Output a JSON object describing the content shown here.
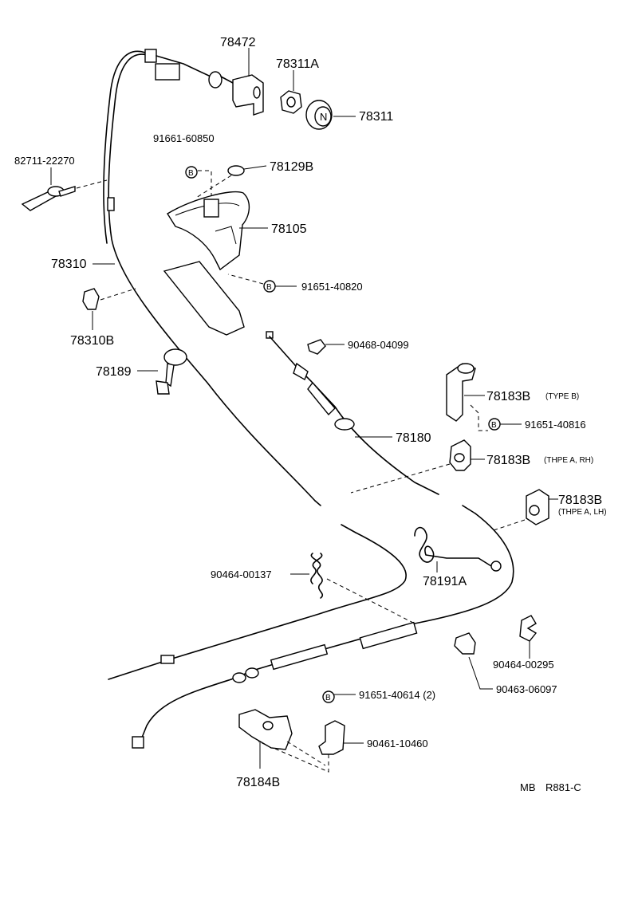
{
  "parts": {
    "p78472": "78472",
    "p78311A": "78311A",
    "p78311": "78311",
    "p91661": "91661-60850",
    "p78129B": "78129B",
    "p82711": "82711-22270",
    "p78105": "78105",
    "p78310": "78310",
    "p91651_40820": "91651-40820",
    "p78310B": "78310B",
    "p90468": "90468-04099",
    "p78189": "78189",
    "p78183B_b": "78183B",
    "typeB": "(TYPE B)",
    "p91651_40816": "91651-40816",
    "p78180": "78180",
    "p78183B_arh": "78183B",
    "typeARH": "(THPE A, RH)",
    "p78183B_alh": "78183B",
    "typeALH": "(THPE A, LH)",
    "p90464_00137": "90464-00137",
    "p78191A": "78191A",
    "p90464_00295": "90464-00295",
    "p90463": "90463-06097",
    "p91651_40614": "91651-40614 (2)",
    "p90461": "90461-10460",
    "p78184B": "78184B",
    "code_mb": "MB",
    "code_r": "R881-C"
  },
  "bolt_symbol": "B"
}
